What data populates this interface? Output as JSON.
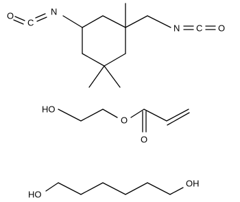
{
  "molecules": [
    {
      "id": "isophorone-diisocyanate",
      "labels": {
        "o1": "O",
        "c1": "C",
        "n1": "N",
        "n2": "N",
        "c2": "C",
        "o2": "O"
      }
    },
    {
      "id": "hydroxyethyl-acrylate",
      "labels": {
        "ho": "HO",
        "o_ester": "O",
        "o_carbonyl": "O"
      }
    },
    {
      "id": "hexanediol",
      "labels": {
        "ho": "HO",
        "oh": "OH"
      }
    }
  ],
  "colors": {
    "bond": "#000000",
    "text": "#000000",
    "background": "#ffffff"
  }
}
